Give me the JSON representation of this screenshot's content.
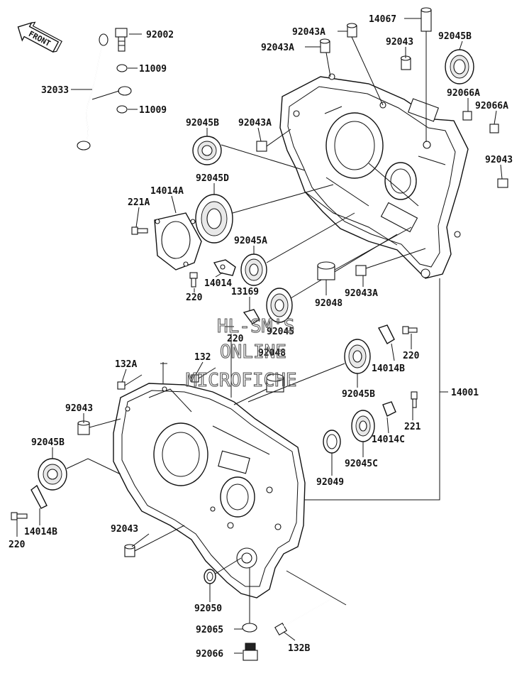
{
  "watermark": {
    "line1": "HL-SM'S",
    "line2": "ONLINE",
    "line3": "MICROFICHE"
  },
  "front_arrow": {
    "label": "FRONT"
  },
  "part_labels": [
    {
      "id": "l1",
      "text": "92002"
    },
    {
      "id": "l2",
      "text": "11009"
    },
    {
      "id": "l3",
      "text": "32033"
    },
    {
      "id": "l4",
      "text": "11009"
    },
    {
      "id": "l5",
      "text": "92043A"
    },
    {
      "id": "l6",
      "text": "92043A"
    },
    {
      "id": "l7",
      "text": "14067"
    },
    {
      "id": "l8",
      "text": "92043"
    },
    {
      "id": "l9",
      "text": "92045B"
    },
    {
      "id": "l10",
      "text": "92066A"
    },
    {
      "id": "l11",
      "text": "92066A"
    },
    {
      "id": "l12",
      "text": "92045B"
    },
    {
      "id": "l13",
      "text": "92043A"
    },
    {
      "id": "l14",
      "text": "92043"
    },
    {
      "id": "l15",
      "text": "14014A"
    },
    {
      "id": "l16",
      "text": "92045D"
    },
    {
      "id": "l17",
      "text": "221A"
    },
    {
      "id": "l18",
      "text": "92045A"
    },
    {
      "id": "l19",
      "text": "14014"
    },
    {
      "id": "l20",
      "text": "220"
    },
    {
      "id": "l21",
      "text": "13169"
    },
    {
      "id": "l22",
      "text": "92048"
    },
    {
      "id": "l23",
      "text": "92043A"
    },
    {
      "id": "l24",
      "text": "92045"
    },
    {
      "id": "l25",
      "text": "220"
    },
    {
      "id": "l26",
      "text": "92048"
    },
    {
      "id": "l27",
      "text": "220"
    },
    {
      "id": "l28",
      "text": "132"
    },
    {
      "id": "l29",
      "text": "132A"
    },
    {
      "id": "l30",
      "text": "14014B"
    },
    {
      "id": "l31",
      "text": "92045B"
    },
    {
      "id": "l32",
      "text": "14001"
    },
    {
      "id": "l33",
      "text": "92043"
    },
    {
      "id": "l34",
      "text": "221"
    },
    {
      "id": "l35",
      "text": "14014C"
    },
    {
      "id": "l36",
      "text": "92045B"
    },
    {
      "id": "l37",
      "text": "92045C"
    },
    {
      "id": "l38",
      "text": "92049"
    },
    {
      "id": "l39",
      "text": "14014B"
    },
    {
      "id": "l40",
      "text": "220"
    },
    {
      "id": "l41",
      "text": "92043"
    },
    {
      "id": "l42",
      "text": "92050"
    },
    {
      "id": "l43",
      "text": "92065"
    },
    {
      "id": "l44",
      "text": "132B"
    },
    {
      "id": "l45",
      "text": "92066"
    }
  ]
}
